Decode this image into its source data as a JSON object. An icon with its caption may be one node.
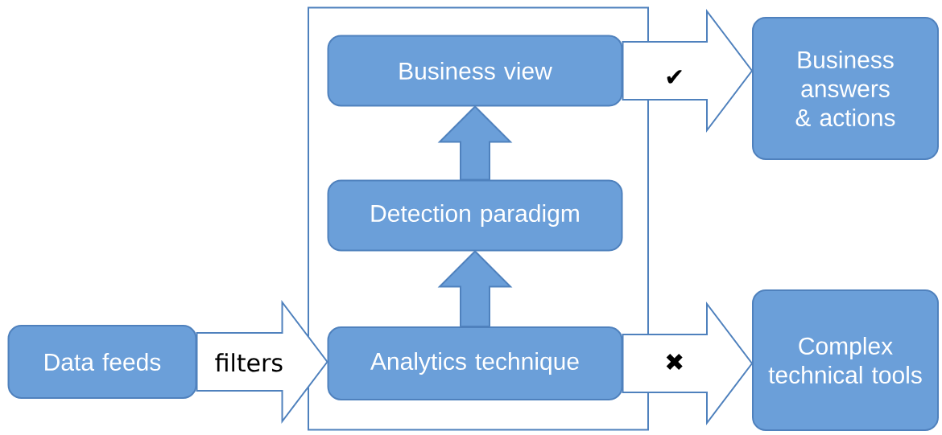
{
  "diagram": {
    "nodes": [
      {
        "text": [
          "Data feeds"
        ]
      },
      {
        "text": [],
        "shape": "box"
      },
      {
        "text": [
          "Business view"
        ],
        "in": 1
      },
      {
        "text": [
          "Detection paradigm"
        ],
        "in": 1
      },
      {
        "text": [
          "Analytics technique"
        ],
        "in": 1
      },
      {
        "text": [
          "Business answers & actions"
        ]
      },
      {
        "text": [
          "Complex technical tools"
        ]
      }
    ],
    "edges": [
      {
        "from": 0,
        "to": 4,
        "arrow": "to",
        "label": "filters"
      },
      {
        "from": 4,
        "to": 3,
        "arrow": "to",
        "color": "#6b9fd9"
      },
      {
        "from": 3,
        "to": 2,
        "arrow": "to",
        "color": "#6b9fd9"
      },
      {
        "from": 2,
        "to": 5,
        "arrow": "to",
        "label": "✔"
      },
      {
        "from": 4,
        "to": 6,
        "arrow": "to",
        "label": "✖"
      }
    ]
  }
}
